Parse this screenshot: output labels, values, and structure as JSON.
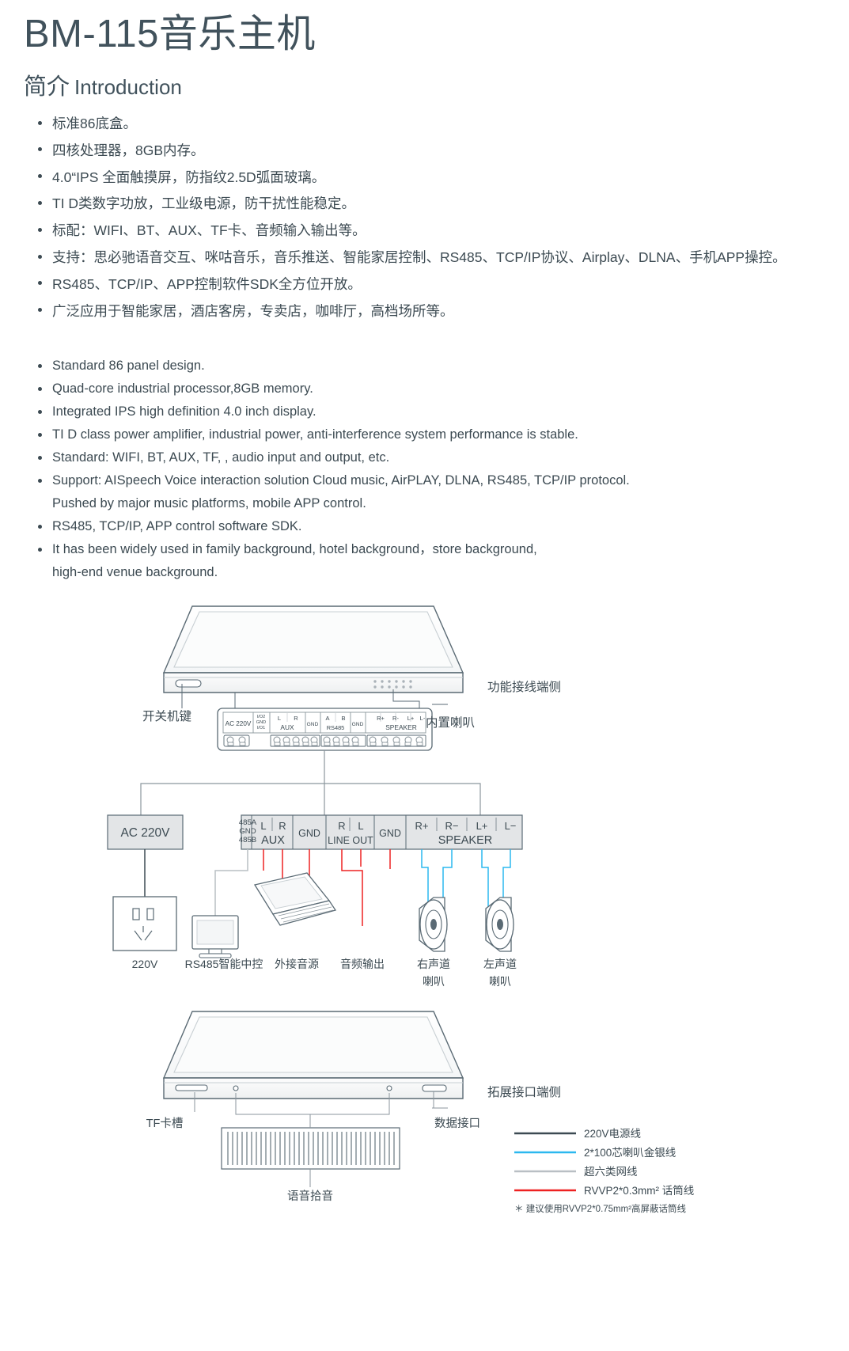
{
  "header": {
    "title": "BM-115音乐主机",
    "section_cn": "简介",
    "section_en": "Introduction"
  },
  "features_cn": [
    "标准86底盒。",
    "四核处理器，8GB内存。",
    "4.0“IPS 全面触摸屏，防指纹2.5D弧面玻璃。",
    "TI D类数字功放，工业级电源，防干扰性能稳定。",
    "标配：WIFI、BT、AUX、TF卡、音频输入输出等。",
    "支持：思必驰语音交互、咪咕音乐，音乐推送、智能家居控制、RS485、TCP/IP协议、Airplay、DLNA、手机APP操控。",
    "RS485、TCP/IP、APP控制软件SDK全方位开放。",
    "广泛应用于智能家居，酒店客房，专卖店，咖啡厅，高档场所等。"
  ],
  "features_en": [
    "Standard 86 panel design.",
    "Quad-core industrial processor,8GB memory.",
    "Integrated IPS high definition 4.0 inch display.",
    "TI D class power amplifier, industrial power, anti-interference system performance is stable.",
    "Standard: WIFI, BT, AUX, TF, , audio input and output, etc.",
    "Support: AISpeech Voice interaction solution Cloud music, AirPLAY, DLNA, RS485, TCP/IP protocol.",
    "RS485, TCP/IP, APP control software SDK.",
    "It has been widely used in family background, hotel background，store background,"
  ],
  "features_en_wraps": {
    "support_line2": "Pushed by major music platforms, mobile APP control.",
    "venue_line2": "high-end venue background."
  },
  "diagram": {
    "top_device": {
      "callout_right": "功能接线端侧",
      "callout_power_key": "开关机键",
      "callout_speaker": "内置喇叭",
      "terminal_labels": [
        {
          "main": "AC 220V"
        },
        {
          "stack": [
            "I/O2",
            "GND",
            "I/O1"
          ]
        },
        {
          "pins": [
            "L",
            "R"
          ],
          "main": "AUX"
        },
        {
          "main": "GND"
        },
        {
          "pins": [
            "A",
            "B"
          ],
          "main": "RS485"
        },
        {
          "main": "GND"
        },
        {
          "pins": [
            "R+",
            "R-",
            "L+",
            "L-"
          ],
          "main": "SPEAKER"
        }
      ]
    },
    "wiring": {
      "ac_box": "AC 220V",
      "bar": [
        {
          "stack": [
            "485A",
            "GND",
            "485B"
          ]
        },
        {
          "pins": [
            "L",
            "R"
          ],
          "main": "AUX"
        },
        {
          "main": "GND"
        },
        {
          "pins": [
            "R",
            "L"
          ],
          "main": "LINE OUT"
        },
        {
          "main": "GND"
        },
        {
          "pins": [
            "R+",
            "R−",
            "L+",
            "L−"
          ],
          "main": "SPEAKER"
        }
      ],
      "device_labels": [
        "220V",
        "RS485智能中控",
        "外接音源",
        "音频输出",
        "右声道\n喇叭",
        "左声道\n喇叭"
      ],
      "device_labels_flat": {
        "socket": "220V",
        "controller": "RS485智能中控",
        "laptop": "外接音源",
        "audio_out": "音频输出",
        "right_speaker_l1": "右声道",
        "right_speaker_l2": "喇叭",
        "left_speaker_l1": "左声道",
        "left_speaker_l2": "喇叭"
      }
    },
    "bottom_device": {
      "callout_right": "拓展接口端侧",
      "callout_tf": "TF卡槽",
      "callout_data": "数据接口",
      "callout_mic": "语音拾音"
    },
    "legend": {
      "items": [
        {
          "label": "220V电源线",
          "color": "#3c4a52"
        },
        {
          "label": "2*100芯喇叭金银线",
          "color": "#2bb8ef"
        },
        {
          "label": "超六类网线",
          "color": "#b9bfc4"
        },
        {
          "label": "RVVP2*0.3mm² 话筒线",
          "color": "#ee2222"
        }
      ],
      "footnote": "＊ 建议使用RVVP2*0.75mm²高屏蔽话筒线"
    }
  },
  "colors": {
    "text": "#3c4a52",
    "outline": "#5a6a74",
    "fill_light": "#e3e5e7",
    "red": "#ee2222",
    "cyan": "#2bb8ef",
    "gray_wire": "#b9bfc4"
  }
}
